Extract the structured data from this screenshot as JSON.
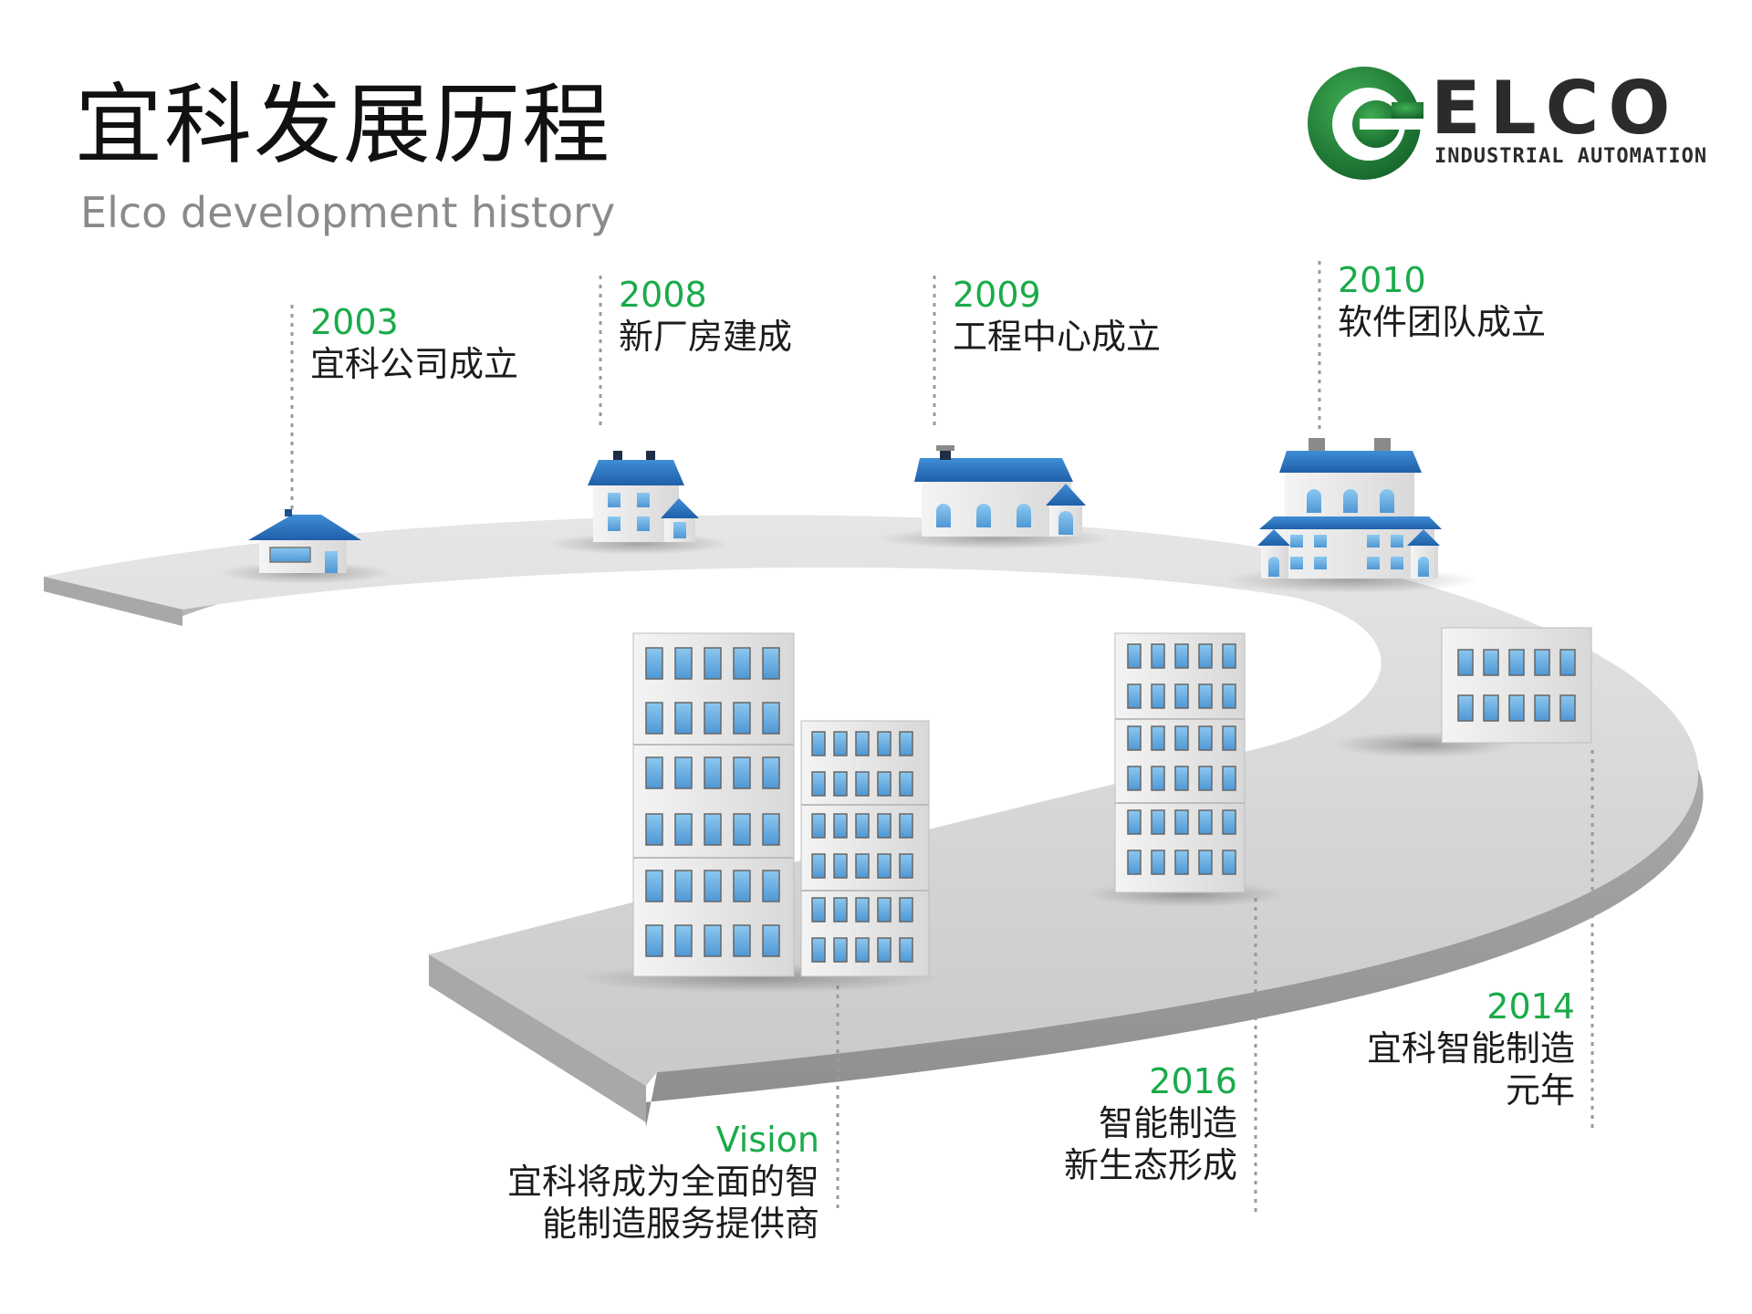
{
  "header": {
    "title": "宜科发展历程",
    "subtitle": "Elco development history"
  },
  "logo": {
    "word": "ELCO",
    "tagline": "INDUSTRIAL AUTOMATION",
    "brand_color": "#1f8a3b",
    "ink_color": "#2b2b2b"
  },
  "colors": {
    "year_green": "#1aab4a",
    "roof_blue": "#2a74c0",
    "window_blue": "#6fb3e6",
    "road_gray": "#d9d9d9"
  },
  "milestones": [
    {
      "year": "2003",
      "desc_lines": [
        "宜科公司成立"
      ]
    },
    {
      "year": "2008",
      "desc_lines": [
        "新厂房建成"
      ]
    },
    {
      "year": "2009",
      "desc_lines": [
        "工程中心成立"
      ]
    },
    {
      "year": "2010",
      "desc_lines": [
        "软件团队成立"
      ]
    },
    {
      "year": "2014",
      "desc_lines": [
        "宜科智能制造",
        "元年"
      ]
    },
    {
      "year": "2016",
      "desc_lines": [
        "智能制造",
        "新生态形成"
      ]
    },
    {
      "year": "Vision",
      "desc_lines": [
        "宜科将成为全面的智",
        "能制造服务提供商"
      ]
    }
  ]
}
